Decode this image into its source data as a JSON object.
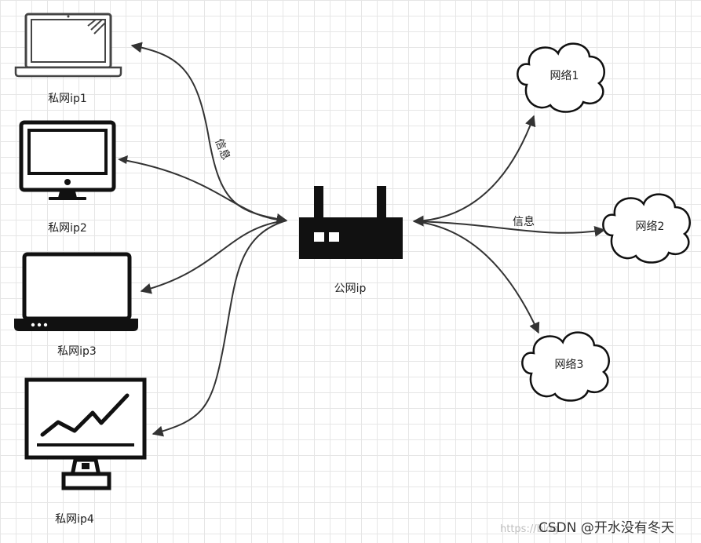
{
  "devices": [
    {
      "label": "私网ip1"
    },
    {
      "label": "私网ip2"
    },
    {
      "label": "私网ip3"
    },
    {
      "label": "私网ip4"
    }
  ],
  "router": {
    "label": "公网ip"
  },
  "networks": [
    {
      "label": "网络1"
    },
    {
      "label": "网络2"
    },
    {
      "label": "网络3"
    }
  ],
  "edge_labels": {
    "left": "信息",
    "right": "信息"
  },
  "watermark": {
    "url": "https://blog.",
    "text": "CSDN @开水没有冬天"
  }
}
